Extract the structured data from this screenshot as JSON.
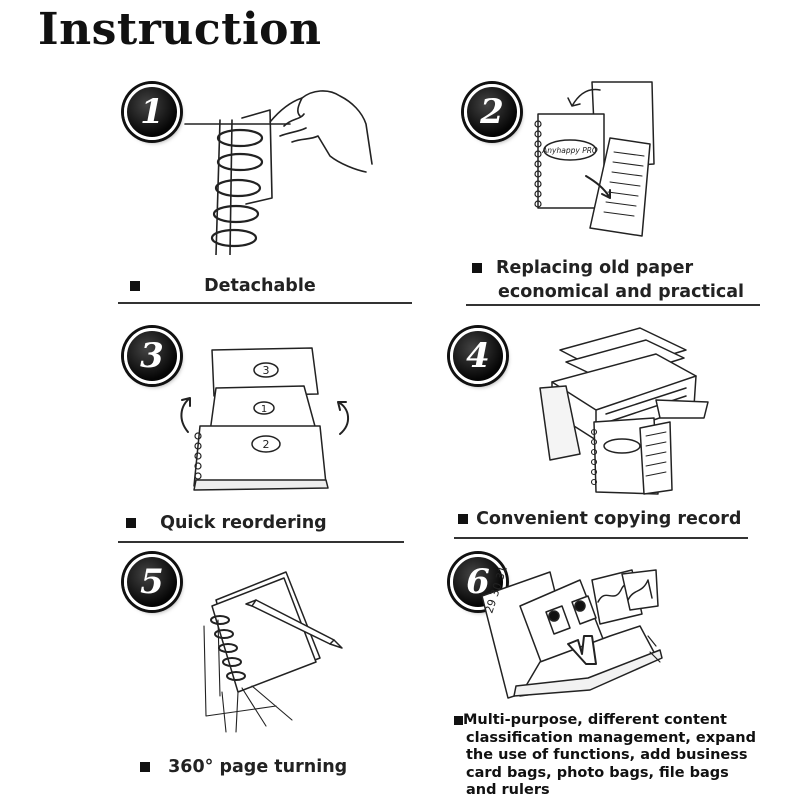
{
  "title": "Instruction",
  "steps": [
    {
      "number": "1",
      "lines": [
        "Detachable"
      ]
    },
    {
      "number": "2",
      "lines": [
        "Replacing old paper",
        "economical and practical"
      ]
    },
    {
      "number": "3",
      "lines": [
        "Quick reordering"
      ]
    },
    {
      "number": "4",
      "lines": [
        "Convenient copying record"
      ]
    },
    {
      "number": "5",
      "lines": [
        "360° page turning"
      ]
    },
    {
      "number": "6",
      "lines": [
        "Multi-purpose, different content",
        "classification management, expand",
        "the use of functions, add business",
        "card bags, photo bags, file bags",
        "and rulers"
      ]
    }
  ],
  "illustration_text": {
    "logo_text": "Anyhappy PRO",
    "page_numbers": [
      "3",
      "1",
      "2"
    ],
    "calendar": "29 30 31"
  },
  "icons": [
    "ring-binder-hand-icon",
    "paper-replace-icon",
    "stacked-pages-icon",
    "copier-icon",
    "notebook-pen-icon",
    "binder-pockets-icon"
  ]
}
